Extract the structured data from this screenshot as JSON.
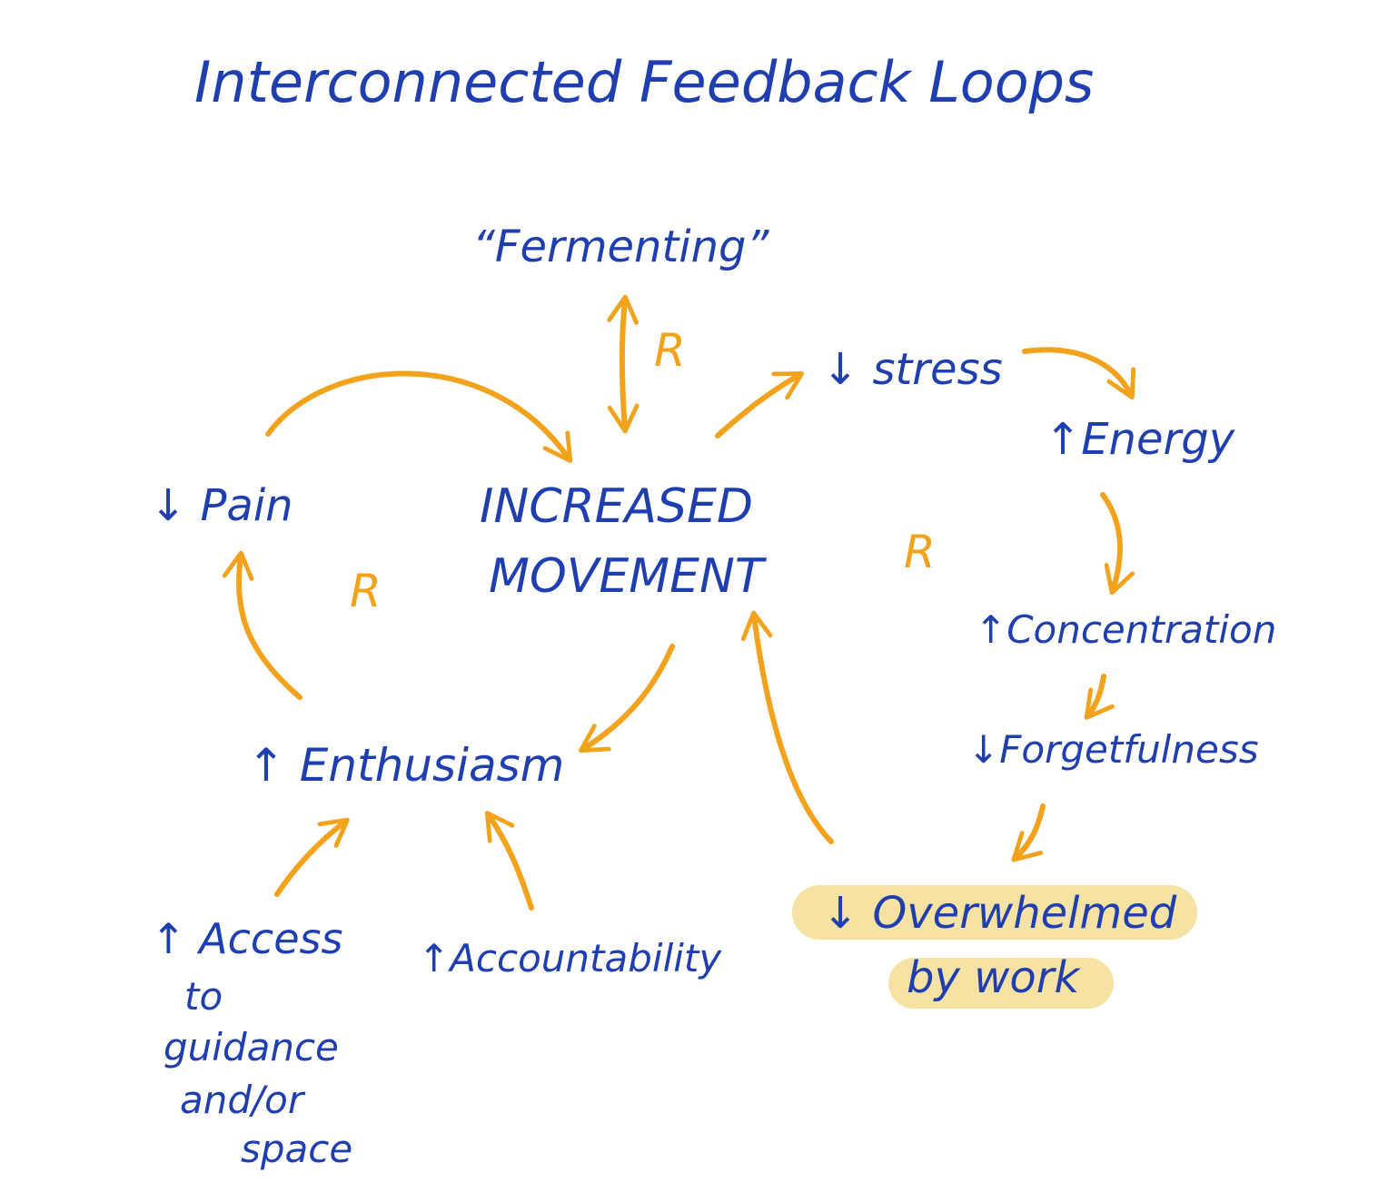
{
  "title": "Interconnected Feedback Loops",
  "colors": {
    "ink": "#1f3fb0",
    "arrow": "#f3a21c",
    "highlight": "#f6e3a3"
  },
  "nodes": {
    "fermenting": "“Fermenting”",
    "stress": "↓ stress",
    "energy": "↑Energy",
    "pain": "↓ Pain",
    "increased": "INCREASED",
    "movement": "MOVEMENT",
    "concentration": "↑Concentration",
    "forgetfulness": "↓Forgetfulness",
    "enthusiasm": "↑ Enthusiasm",
    "access_line1": "↑ Access",
    "access_line2": "to",
    "access_line3": "guidance",
    "access_line4": "and/or",
    "access_line5": "space",
    "accountability": "↑Accountability",
    "overwhelmed_line1": "↓ Overwhelmed",
    "overwhelmed_line2": "by work"
  },
  "loop_labels": {
    "top": "R",
    "left": "R",
    "right": "R"
  }
}
